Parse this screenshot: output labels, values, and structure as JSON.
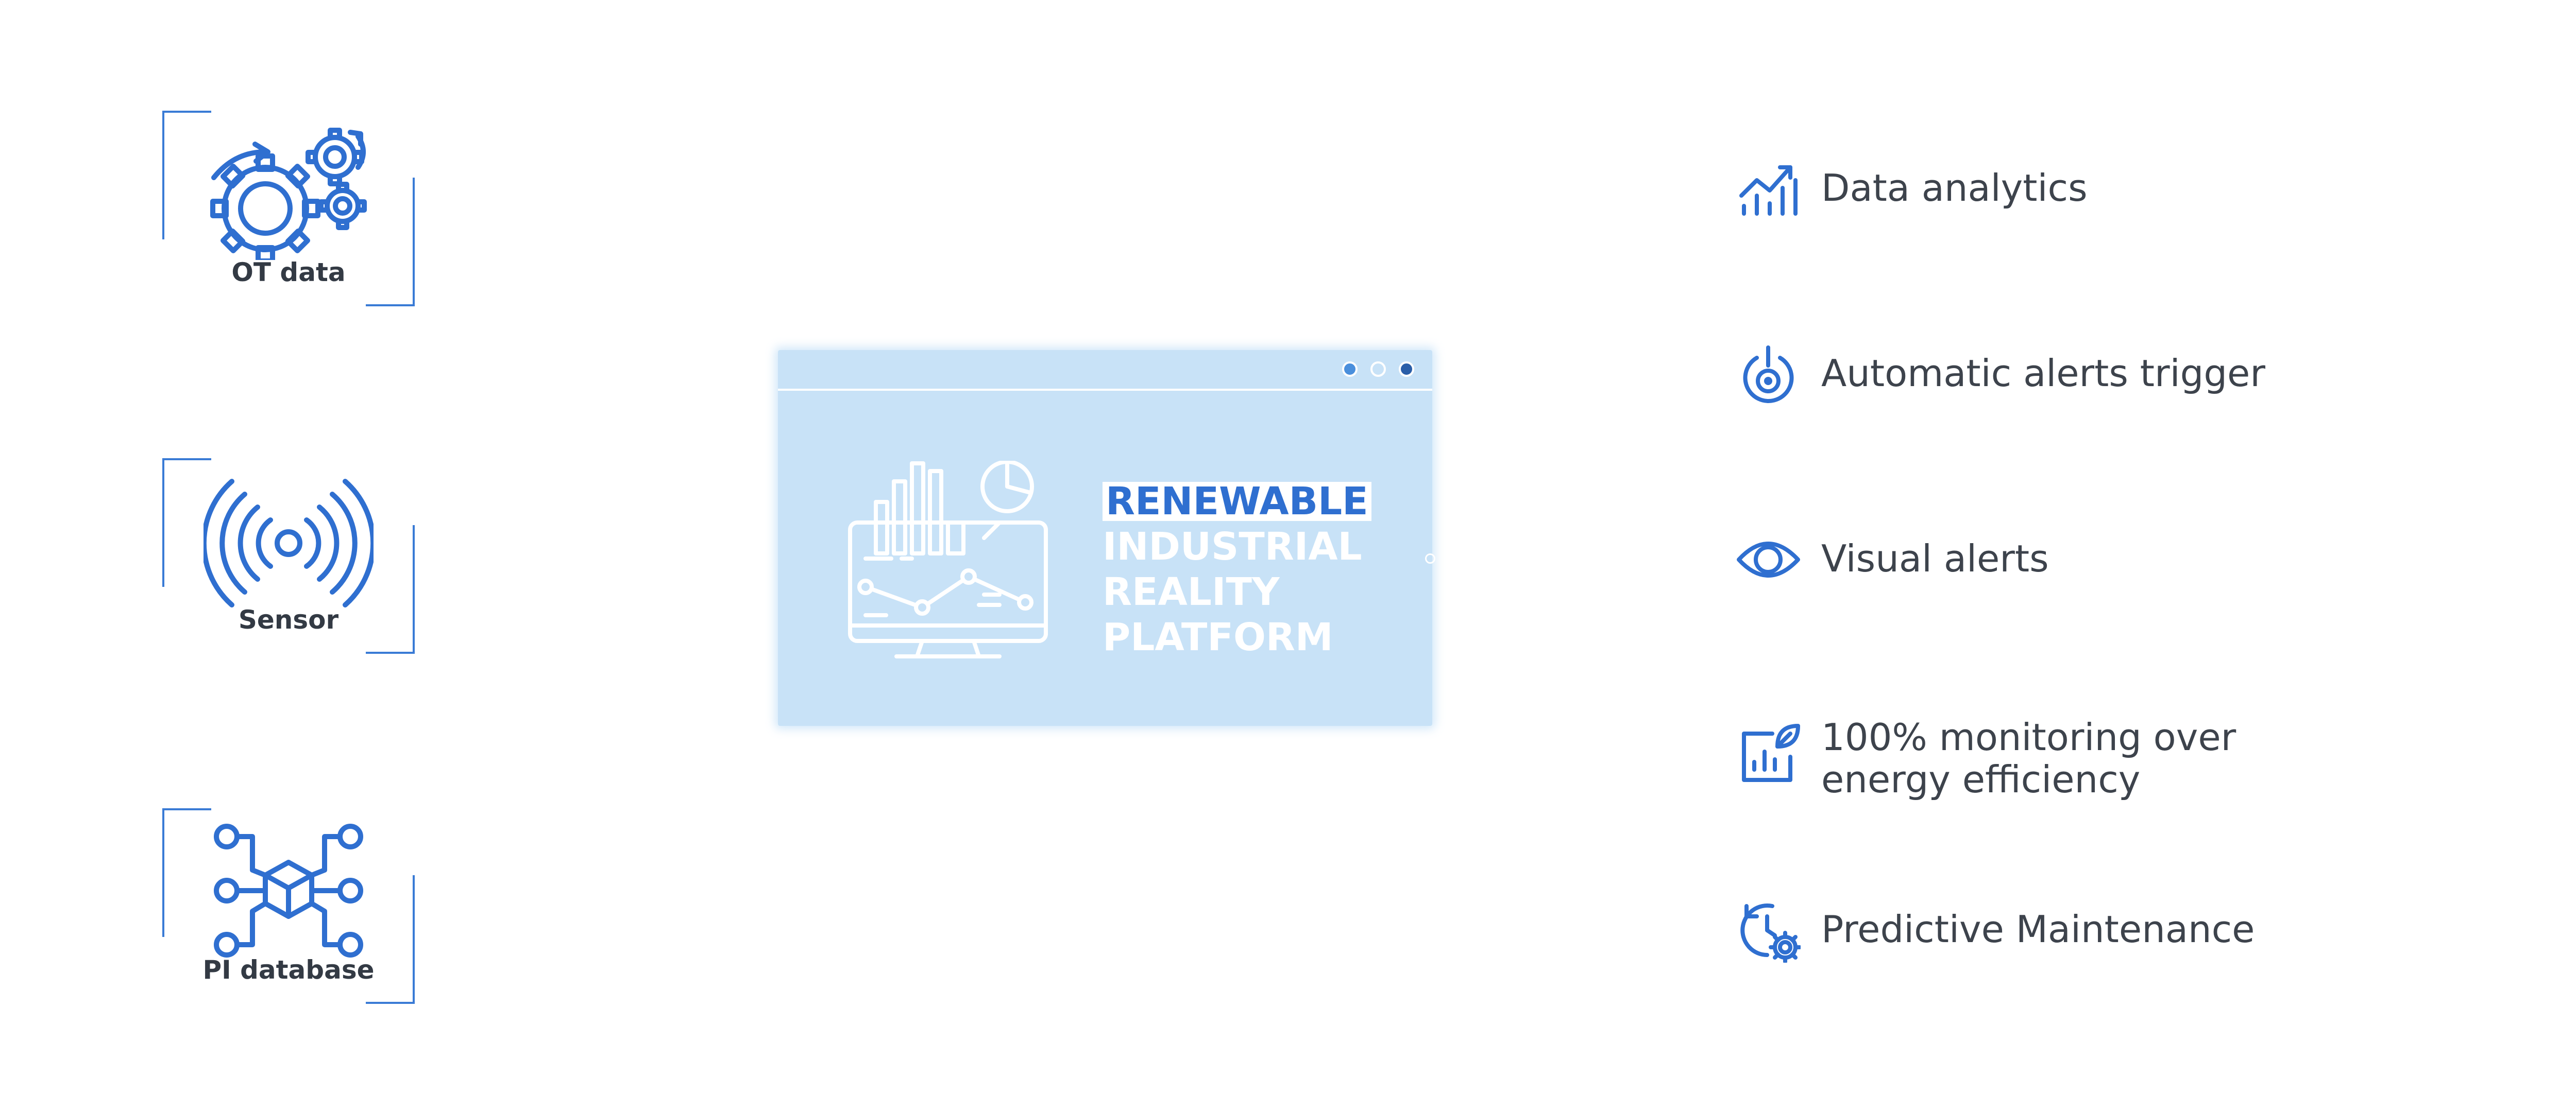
{
  "colors": {
    "accent": "#2f6fd0",
    "bracket": "#3a7bd5",
    "panel": "#c8e2f7",
    "text": "#3d434c"
  },
  "inputs": [
    {
      "label": "OT data",
      "icon": "gears-icon"
    },
    {
      "label": "Sensor",
      "icon": "sensor-waves-icon"
    },
    {
      "label": "PI database",
      "icon": "cube-network-icon"
    }
  ],
  "platform": {
    "title_lines": [
      "RENEWABLE",
      "INDUSTRIAL",
      "REALITY",
      "PLATFORM"
    ],
    "illustration_icon": "monitor-analytics-icon"
  },
  "features": [
    {
      "label": "Data analytics",
      "icon": "chart-trend-icon"
    },
    {
      "label": "Automatic alerts trigger",
      "icon": "alert-target-icon"
    },
    {
      "label": "Visual alerts",
      "icon": "eye-icon"
    },
    {
      "label_line1": "100% monitoring over",
      "label_line2": "energy efficiency",
      "icon": "eco-chart-icon"
    },
    {
      "label": "Predictive Maintenance",
      "icon": "clock-gear-icon"
    }
  ]
}
